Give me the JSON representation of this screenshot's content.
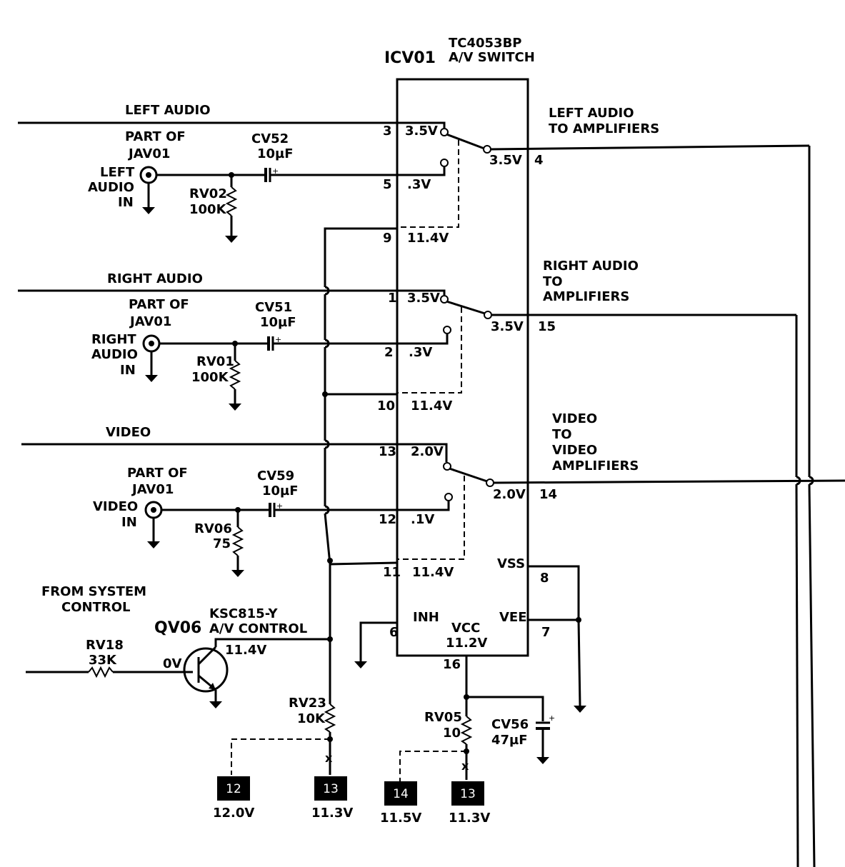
{
  "ic": {
    "part": "TC4053BP",
    "ref": "ICV01",
    "function": "A/V SWITCH",
    "pins": {
      "p3": "3",
      "p5": "5",
      "p9": "9",
      "p1": "1",
      "p2": "2",
      "p10": "10",
      "p13": "13",
      "p12": "12",
      "p11": "11",
      "p4": "4",
      "p15": "15",
      "p14": "14",
      "p8": "8",
      "p7": "7",
      "p6": "6",
      "p16": "16"
    },
    "voltages": {
      "p3": "3.5V",
      "p5": ".3V",
      "p9": "11.4V",
      "p1": "3.5V",
      "p2": ".3V",
      "p10": "11.4V",
      "p13": "2.0V",
      "p12": ".1V",
      "p11": "11.4V",
      "p4": "3.5V",
      "p15": "3.5V",
      "p14": "2.0V"
    },
    "labels": {
      "vss": "VSS",
      "vee": "VEE",
      "inh": "INH",
      "vcc": "VCC",
      "vcc_v": "11.2V"
    }
  },
  "inputs": {
    "left_audio": "LEFT AUDIO",
    "right_audio": "RIGHT AUDIO",
    "video": "VIDEO"
  },
  "jacks": {
    "part_of": "PART OF",
    "jav": "JAV01",
    "left": [
      "LEFT",
      "AUDIO",
      "IN"
    ],
    "right": [
      "RIGHT",
      "AUDIO",
      "IN"
    ],
    "video": [
      "VIDEO",
      "IN"
    ]
  },
  "outputs": {
    "left": [
      "LEFT AUDIO",
      "TO AMPLIFIERS"
    ],
    "right": [
      "RIGHT AUDIO",
      "TO",
      "AMPLIFIERS"
    ],
    "video": [
      "VIDEO",
      "TO",
      "VIDEO",
      "AMPLIFIERS"
    ]
  },
  "components": {
    "cv52": {
      "ref": "CV52",
      "val": "10µF"
    },
    "cv51": {
      "ref": "CV51",
      "val": "10µF"
    },
    "cv59": {
      "ref": "CV59",
      "val": "10µF"
    },
    "rv02": {
      "ref": "RV02",
      "val": "100K"
    },
    "rv01": {
      "ref": "RV01",
      "val": "100K"
    },
    "rv06": {
      "ref": "RV06",
      "val": "75"
    },
    "rv18": {
      "ref": "RV18",
      "val": "33K"
    },
    "rv23": {
      "ref": "RV23",
      "val": "10K"
    },
    "rv05": {
      "ref": "RV05",
      "val": "10"
    },
    "cv56": {
      "ref": "CV56",
      "val": "47µF"
    }
  },
  "control": {
    "from": [
      "FROM SYSTEM",
      "CONTROL"
    ],
    "transistor_part": "KSC815-Y",
    "transistor_ref": "QV06",
    "transistor_func": "A/V CONTROL",
    "base_v": "0V",
    "collector_v": "11.4V"
  },
  "connectors": [
    {
      "num": "12",
      "volt": "12.0V"
    },
    {
      "num": "13",
      "volt": "11.3V"
    },
    {
      "num": "14",
      "volt": "11.5V"
    },
    {
      "num": "13",
      "volt": "11.3V"
    }
  ]
}
